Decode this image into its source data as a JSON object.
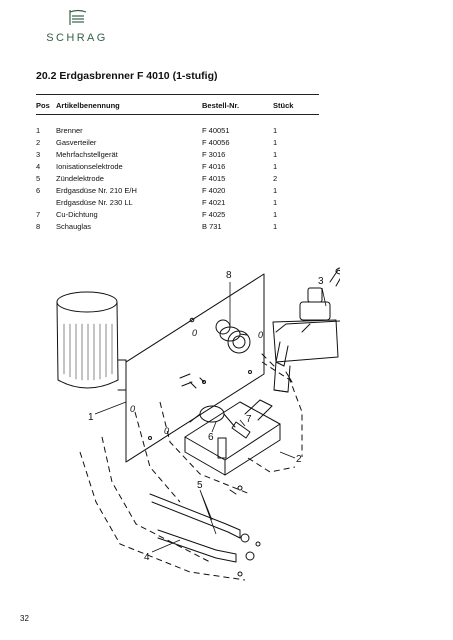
{
  "brand": {
    "name": "SCHRAG",
    "accent": "#35604a"
  },
  "section": {
    "title": "20.2 Erdgasbrenner F 4010 (1-stufig)"
  },
  "table": {
    "headers": {
      "pos": "Pos",
      "name": "Artikelbenennung",
      "nr": "Bestell-Nr.",
      "qty": "Stück"
    },
    "rows": [
      {
        "pos": "1",
        "name": "Brenner",
        "nr": "F 40051",
        "qty": "1"
      },
      {
        "pos": "2",
        "name": "Gasverteiler",
        "nr": "F 40056",
        "qty": "1"
      },
      {
        "pos": "3",
        "name": "Mehrfachstellgerät",
        "nr": "F 3016",
        "qty": "1"
      },
      {
        "pos": "4",
        "name": "Ionisationselektrode",
        "nr": "F 4016",
        "qty": "1"
      },
      {
        "pos": "5",
        "name": "Zündelektrode",
        "nr": "F 4015",
        "qty": "2"
      },
      {
        "pos": "6",
        "name": "Erdgasdüse Nr. 210 E/H",
        "nr": "F 4020",
        "qty": "1"
      },
      {
        "pos": "",
        "name": "Erdgasdüse Nr. 230 LL",
        "nr": "F 4021",
        "qty": "1"
      },
      {
        "pos": "7",
        "name": "Cu-Dichtung",
        "nr": "F 4025",
        "qty": "1"
      },
      {
        "pos": "8",
        "name": "Schauglas",
        "nr": "B 731",
        "qty": "1"
      }
    ]
  },
  "diagram": {
    "callouts": {
      "c1": "1",
      "c2": "2",
      "c3": "3",
      "c4": "4",
      "c5": "5",
      "c6": "6",
      "c7": "7",
      "c8": "8"
    },
    "mounting_marks": [
      "0",
      "0",
      "0",
      "0"
    ]
  },
  "footer": {
    "page_number": "32"
  }
}
